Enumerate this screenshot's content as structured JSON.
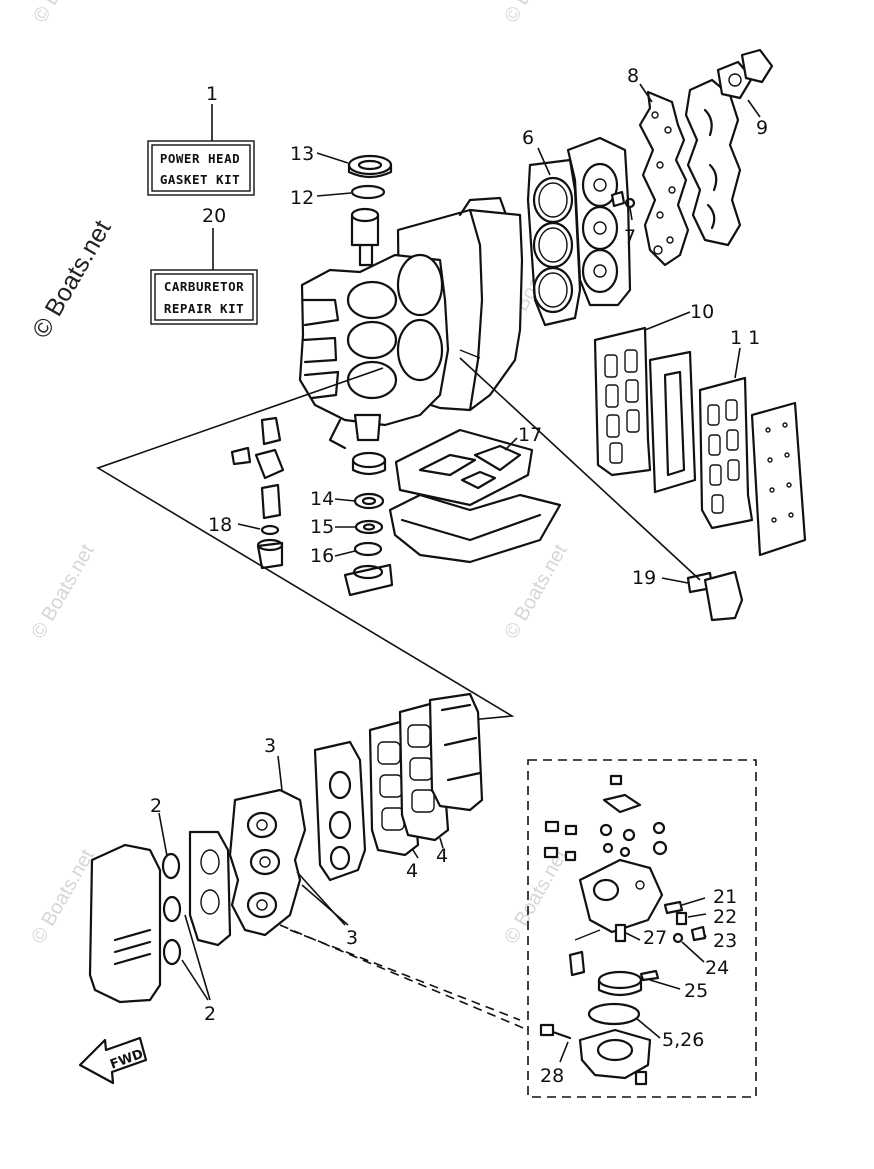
{
  "kits": {
    "power_head": {
      "callout": "1",
      "line1": "POWER HEAD",
      "line2": "GASKET KIT"
    },
    "carburetor": {
      "callout": "20",
      "line1": "CARBURETOR",
      "line2": "REPAIR KIT"
    }
  },
  "callouts": {
    "c2a": "2",
    "c2b": "2",
    "c3a": "3",
    "c3b": "3",
    "c4a": "4",
    "c4b": "4",
    "c5_26": "5,26",
    "c6": "6",
    "c7": "7",
    "c8": "8",
    "c9": "9",
    "c10": "10",
    "c11": "1 1",
    "c12": "12",
    "c13": "13",
    "c14": "14",
    "c15": "15",
    "c16": "16",
    "c17": "17",
    "c18": "18",
    "c19": "19",
    "c21": "21",
    "c22": "22",
    "c23": "23",
    "c24": "24",
    "c25": "25",
    "c27": "27",
    "c28": "28"
  },
  "fwd_label": "FWD",
  "watermark": "© Boats.net"
}
